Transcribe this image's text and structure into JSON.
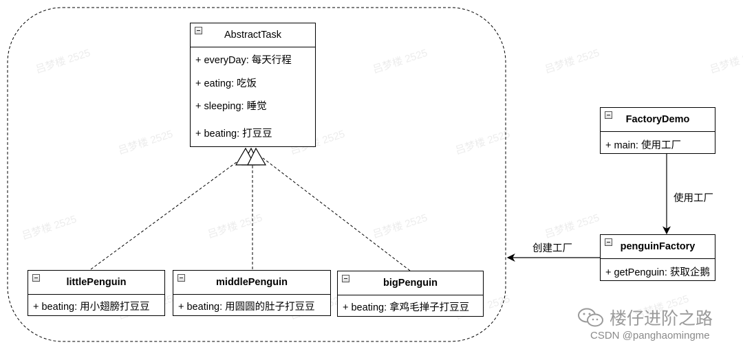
{
  "diagram": {
    "abstract_task": {
      "name": "AbstractTask",
      "attributes": [
        "+ everyDay: 每天行程",
        "+ eating: 吃饭",
        "+ sleeping: 睡觉",
        "+ beating: 打豆豆"
      ]
    },
    "little_penguin": {
      "name": "littlePenguin",
      "attribute": "+ beating: 用小翅膀打豆豆"
    },
    "middle_penguin": {
      "name": "middlePenguin",
      "attribute": "+ beating: 用圆圆的肚子打豆豆"
    },
    "big_penguin": {
      "name": "bigPenguin",
      "attribute": "+ beating: 拿鸡毛掸子打豆豆"
    },
    "factory_demo": {
      "name": "FactoryDemo",
      "attribute": "+ main: 使用工厂"
    },
    "penguin_factory": {
      "name": "penguinFactory",
      "attribute": "+ getPenguin: 获取企鹅"
    },
    "edge_labels": {
      "use_factory": "使用工厂",
      "create_factory": "创建工厂"
    }
  },
  "watermark": {
    "text": "吕梦楼 2525",
    "color": "#969696"
  },
  "footer": {
    "brand": "楼仔进阶之路",
    "csdn": "CSDN @panghaomingme"
  }
}
